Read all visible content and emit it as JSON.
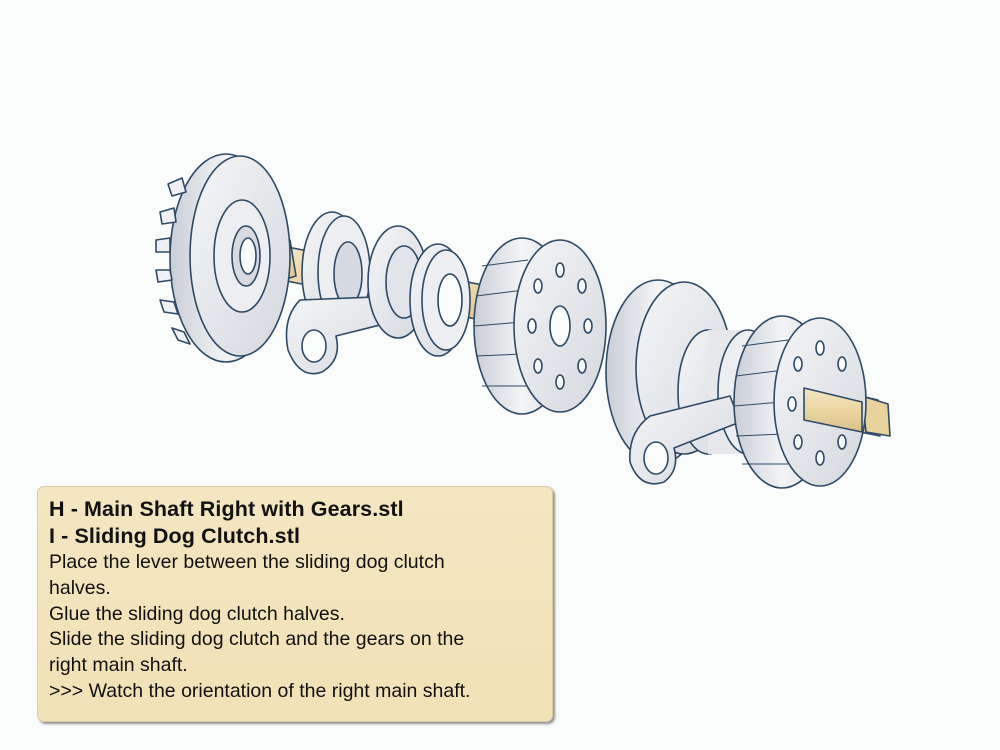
{
  "scene": {
    "background_color": "#fafbfb",
    "part_color": "#e6e8ec",
    "part_outline_color": "#2e4a66",
    "shaft_color": "#ecd9a8",
    "assemblies": [
      {
        "name": "left-main-shaft-assembly",
        "parts": [
          "large-gear-left",
          "shaft-left",
          "dog-clutch-half-left",
          "shift-lever-left",
          "dog-clutch-half-right",
          "large-gear-center"
        ]
      },
      {
        "name": "right-main-shaft-assembly",
        "parts": [
          "large-gear-back",
          "dog-clutch",
          "shift-lever-right",
          "large-gear-front",
          "shaft-right-end"
        ]
      }
    ]
  },
  "caption": {
    "background_color": "#f2e3b8",
    "titles": [
      "H - Main Shaft Right with Gears.stl",
      "I - Sliding Dog Clutch.stl"
    ],
    "lines": [
      "Place the lever between the sliding dog clutch",
      "halves.",
      "Glue the sliding dog clutch halves.",
      "Slide the sliding dog clutch and the gears on the",
      "right main shaft.",
      ">>> Watch the orientation of the right main shaft."
    ]
  }
}
